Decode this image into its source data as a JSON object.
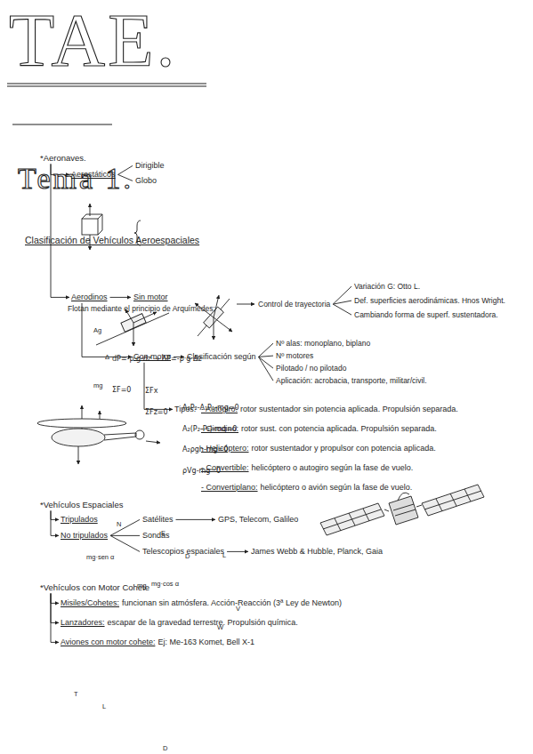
{
  "diagram": {
    "title": "TAE.",
    "nodes": [
      {
        "text": [
          "*Aeronaves."
        ]
      },
      {
        "text": [
          "Aerostáticos"
        ]
      },
      {
        "text": [
          "Dirigible"
        ]
      },
      {
        "text": [
          "Globo"
        ]
      },
      {
        "text": [
          "Aerodinos"
        ]
      },
      {
        "text": [
          "Sin motor"
        ]
      },
      {
        "text": [
          "Control de trayectoria"
        ]
      },
      {
        "text": [
          "Variación G: Otto L."
        ]
      },
      {
        "text": [
          "Def. superficies aerodinámicas. Hnos Wright."
        ]
      },
      {
        "text": [
          "Cambiando forma de superf. sustentadora."
        ]
      },
      {
        "text": [
          "Con motor"
        ]
      },
      {
        "text": [
          "Clasificación según"
        ]
      },
      {
        "text": [
          "Nº alas: monoplano, biplano"
        ]
      },
      {
        "text": [
          "Nº motores"
        ]
      },
      {
        "text": [
          "Pilotado / no pilotado"
        ]
      },
      {
        "text": [
          "Aplicación: acrobacia, transporte, militar/civil."
        ]
      },
      {
        "text": [
          "Tipos:"
        ]
      },
      {
        "text": [
          "- Autogiro:",
          "rotor sustentador sin potencia aplicada. Propulsión separada."
        ]
      },
      {
        "text": [
          "- Girodino:",
          "rotor sust. con potencia aplicada. Propulsión separada."
        ]
      },
      {
        "text": [
          "- Helicóptero:",
          "rotor sustentador y propulsor con potencia aplicada."
        ]
      },
      {
        "text": [
          "- Convertible:",
          "helicóptero o autogiro según la fase de vuelo."
        ]
      },
      {
        "text": [
          "- Convertiplano:",
          "helicóptero o avión según la fase de vuelo."
        ]
      },
      {
        "text": [
          "*Vehículos Espaciales"
        ]
      },
      {
        "text": [
          "Tripulados"
        ]
      },
      {
        "text": [
          "No tripulados"
        ]
      },
      {
        "text": [
          "Satélites"
        ]
      },
      {
        "text": [
          "Sondas"
        ]
      },
      {
        "text": [
          "Telescopios espaciales"
        ]
      },
      {
        "text": [
          "GPS, Telecom, Galileo"
        ]
      },
      {
        "text": [
          "James Webb & Hubble, Planck, Gaia"
        ]
      },
      {
        "text": [
          "*Vehículos con Motor Cohete"
        ]
      },
      {
        "text": [
          "Misiles/Cohetes:",
          "funcionan sin atmósfera. Acción-Reacción (3ª Ley de Newton)"
        ]
      },
      {
        "text": [
          "Lanzadores:",
          "escapar de la gravedad terrestre. Propulsión química."
        ]
      },
      {
        "text": [
          "Aviones con motor cohete:",
          "Ej: Me-163 Komet, Bell X-1"
        ]
      }
    ],
    "edges": [
      {
        "from": 0,
        "to": 1,
        "arrow": "to"
      },
      {
        "from": 0,
        "to": 4,
        "arrow": "to"
      },
      {
        "from": 1,
        "to": 2,
        "arrow": "none"
      },
      {
        "from": 1,
        "to": 3,
        "arrow": "none"
      },
      {
        "from": 4,
        "to": 5,
        "arrow": "to"
      },
      {
        "from": 4,
        "to": 10,
        "arrow": "to"
      },
      {
        "from": 6,
        "to": 7,
        "arrow": "none"
      },
      {
        "from": 6,
        "to": 8,
        "arrow": "none"
      },
      {
        "from": 6,
        "to": 9,
        "arrow": "none"
      },
      {
        "from": 10,
        "to": 11,
        "arrow": "to"
      },
      {
        "from": 11,
        "to": 12,
        "arrow": "none"
      },
      {
        "from": 11,
        "to": 13,
        "arrow": "none"
      },
      {
        "from": 11,
        "to": 14,
        "arrow": "none"
      },
      {
        "from": 11,
        "to": 15,
        "arrow": "none"
      },
      {
        "from": 10,
        "to": 16,
        "arrow": "to"
      },
      {
        "from": 22,
        "to": 23,
        "arrow": "to"
      },
      {
        "from": 22,
        "to": 24,
        "arrow": "to"
      },
      {
        "from": 24,
        "to": 25,
        "arrow": "none"
      },
      {
        "from": 24,
        "to": 26,
        "arrow": "none"
      },
      {
        "from": 24,
        "to": 27,
        "arrow": "none"
      },
      {
        "from": 25,
        "to": 28,
        "arrow": "to"
      },
      {
        "from": 27,
        "to": 29,
        "arrow": "to"
      },
      {
        "from": 30,
        "to": 31,
        "arrow": "to"
      },
      {
        "from": 30,
        "to": 32,
        "arrow": "to"
      },
      {
        "from": 30,
        "to": 33,
        "arrow": "to"
      }
    ],
    "labels": [
      "Tema 1.",
      "Clasificación de Vehículos Aeroespaciales",
      "Flotan mediante el principio de Arquímedes:",
      "Ag",
      "Δ",
      "mg",
      "dP=-ρ·g·dz → ΔP=-ρ·g·Δz",
      "ΣF=0",
      "ΣFx",
      "ΣFz=0",
      "A₂P₂-A₁P₁-mg=0",
      "A₂(P₂-P₁)-mg=0",
      "A₂ρgh-mg=0",
      "ρVg-mg=0",
      "N",
      "E",
      "mg·sen α",
      "mg",
      "mg·cos α",
      "D",
      "L",
      "V",
      "W",
      "T",
      "L",
      "D",
      "W",
      "TAE",
      "1"
    ]
  }
}
